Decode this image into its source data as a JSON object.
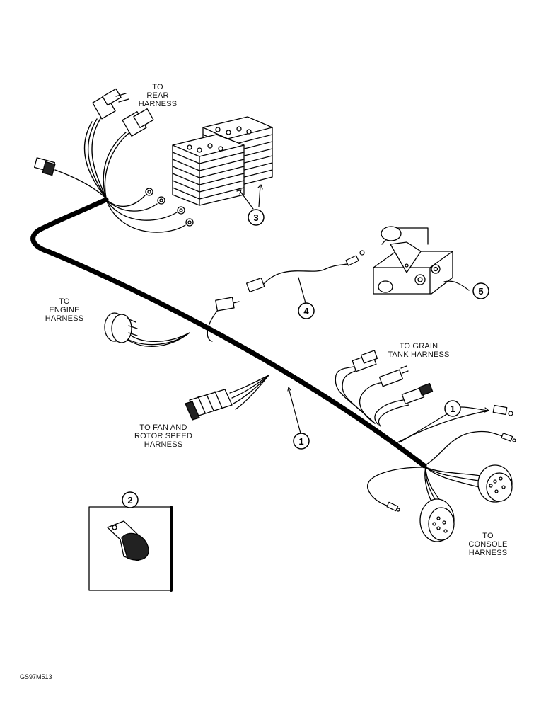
{
  "labels": {
    "rear": [
      "TO",
      "REAR",
      "HARNESS"
    ],
    "engine": [
      "TO",
      "ENGINE",
      "HARNESS"
    ],
    "grain": [
      "TO GRAIN",
      "TANK HARNESS"
    ],
    "fan": [
      "TO FAN AND",
      "ROTOR SPEED",
      "HARNESS"
    ],
    "console": [
      "TO",
      "CONSOLE",
      "HARNESS"
    ]
  },
  "callouts": {
    "harness_main": "1",
    "harness_branch": "1",
    "clamp": "2",
    "relays": "3",
    "lead": "4",
    "valve": "5"
  },
  "figure_code": "GS97M513"
}
